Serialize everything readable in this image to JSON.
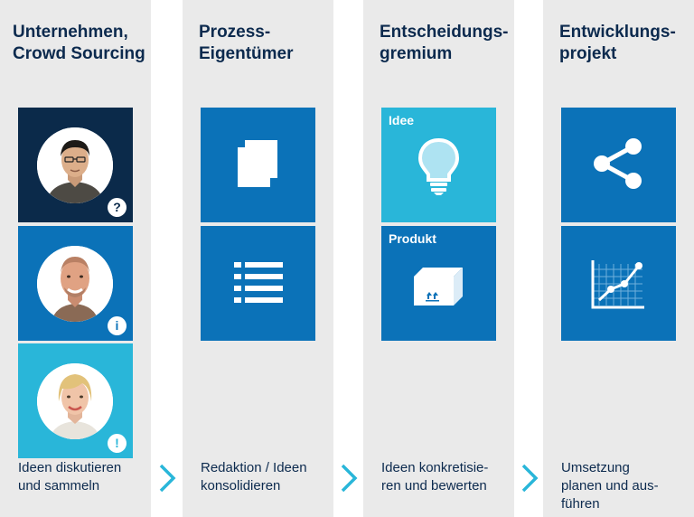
{
  "columns": [
    {
      "heading": [
        "Unternehmen,",
        "Crowd Sourcing"
      ],
      "caption": [
        "Ideen diskutieren",
        "und sammeln"
      ],
      "badges": [
        "?",
        "i",
        "!"
      ]
    },
    {
      "heading": [
        "Prozess-",
        "Eigentümer"
      ],
      "caption": [
        "Redaktion / Ideen",
        "konsolidieren"
      ]
    },
    {
      "heading": [
        "Entscheidungs-",
        "gremium"
      ],
      "caption": [
        "Ideen konkretisie-",
        "ren und bewerten"
      ],
      "tile_labels": [
        "Idee",
        "Produkt"
      ]
    },
    {
      "heading": [
        "Entwicklungs-",
        "projekt"
      ],
      "caption": [
        "Umsetzung",
        "planen und aus-",
        "führen"
      ]
    }
  ],
  "icons": {
    "column1": [
      "person-asian-man-icon",
      "person-bald-man-icon",
      "person-blonde-woman-icon"
    ],
    "column2": [
      "copy-pages-icon",
      "list-icon"
    ],
    "column3": [
      "lightbulb-icon",
      "package-box-icon"
    ],
    "column4": [
      "share-icon",
      "growth-chart-icon"
    ],
    "arrows": [
      "chevron-right-icon",
      "chevron-right-icon",
      "chevron-right-icon"
    ]
  },
  "colors": {
    "background_column": "#eaeaea",
    "navy": "#0b2a4a",
    "blue": "#0b72b8",
    "cyan": "#29b6d9",
    "text": "#0c2a4e",
    "arrow": "#29b6d9"
  }
}
